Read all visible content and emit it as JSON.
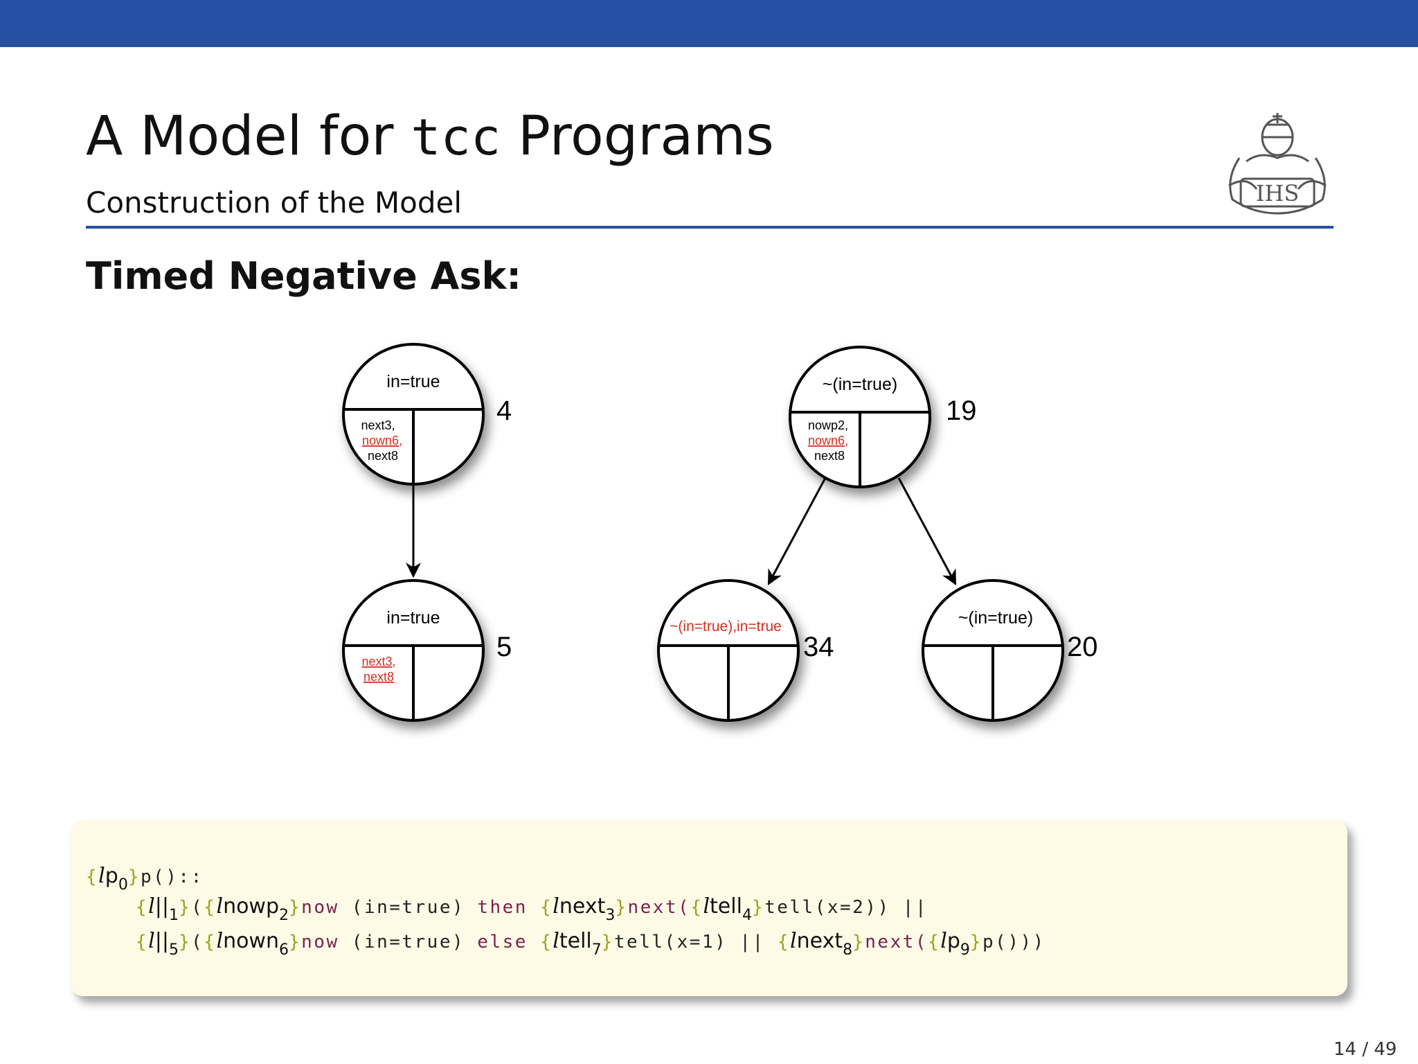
{
  "slide": {
    "title_pre": "A Model for ",
    "title_code": "tcc",
    "title_post": " Programs",
    "subtitle": "Construction of the Model",
    "heading": "Timed Negative Ask:",
    "page": "14 / 49",
    "logo_text": "IHS"
  },
  "colors": {
    "accent_blue": "#2750a3",
    "red": "#d62e1f",
    "code_bg": "#fdfbe6",
    "brace": "#9aa21c",
    "keyword": "#7a1f4e"
  },
  "diagram": {
    "nodes": [
      {
        "id": "4",
        "top": "in=true",
        "number": "4",
        "cell": [
          "next3,",
          "nown6,",
          "next8"
        ],
        "cell_colors": [
          "black",
          "red",
          "black"
        ]
      },
      {
        "id": "5",
        "top": "in=true",
        "number": "5",
        "cell": [
          "next3,",
          "next8"
        ],
        "cell_colors": [
          "red",
          "red"
        ]
      },
      {
        "id": "19",
        "top": "~(in=true)",
        "number": "19",
        "cell": [
          "nowp2,",
          "nown6,",
          "next8"
        ],
        "cell_colors": [
          "black",
          "red",
          "black"
        ]
      },
      {
        "id": "34",
        "top": "~(in=true),in=true",
        "top_color": "red",
        "number": "34",
        "cell": []
      },
      {
        "id": "20",
        "top": "~(in=true)",
        "number": "20",
        "cell": []
      }
    ],
    "edges": [
      {
        "from": "4",
        "to": "5"
      },
      {
        "from": "19",
        "to": "34"
      },
      {
        "from": "19",
        "to": "20"
      }
    ]
  },
  "code": {
    "l0": {
      "b1": "{",
      "lab": "p",
      "sub": "0",
      "b2": "}",
      "rest": "p()::"
    },
    "l1": {
      "o1": "{",
      "lab1_l": "||",
      "sub1": "1",
      "c1": "}",
      "t1": "(",
      "o2": "{",
      "lab2": "nowp",
      "sub2": "2",
      "c2": "}",
      "kw_now": "now",
      "t2": " (in=true) ",
      "kw_then": "then",
      "t2b": " ",
      "o3": "{",
      "lab3": "next",
      "sub3": "3",
      "c3": "}",
      "t3": "next(",
      "o4": "{",
      "lab4": "tell",
      "sub4": "4",
      "c4": "}",
      "t4": "tell(x=2)) ||"
    },
    "l2": {
      "o1": "{",
      "lab1_l": "||",
      "sub1": "5",
      "c1": "}",
      "t1": "(",
      "o2": "{",
      "lab2": "nown",
      "sub2": "6",
      "c2": "}",
      "kw_now": "now",
      "t2": " (in=true) ",
      "kw_else": "else",
      "t2b": " ",
      "o3": "{",
      "lab3": "tell",
      "sub3": "7",
      "c3": "}",
      "t3": "tell(x=1) || ",
      "o4": "{",
      "lab4": "next",
      "sub4": "8",
      "c4": "}",
      "t4": "next(",
      "o5": "{",
      "lab5": "p",
      "sub5": "9",
      "c5": "}",
      "t5": "p()))"
    }
  }
}
